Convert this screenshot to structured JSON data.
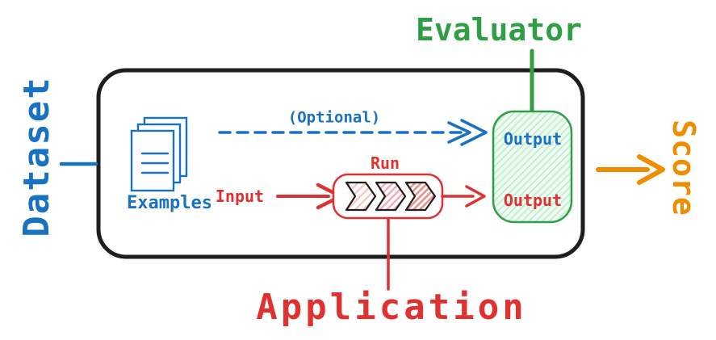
{
  "labels": {
    "dataset": "Dataset",
    "evaluator": "Evaluator",
    "score": "Score",
    "application": "Application"
  },
  "inner": {
    "examples": "Examples",
    "optional": "(Optional)",
    "input": "Input",
    "run": "Run",
    "evaluator_output": "Output",
    "application_output": "Output"
  },
  "icons": {
    "documents": "documents-icon",
    "pipeline": "chevron-pipeline-icon"
  },
  "colors": {
    "blue": "#1971c2",
    "red": "#e03131",
    "green": "#2f9e44",
    "orange": "#f08c00",
    "ink": "#1e1e1e",
    "green_fill": "#effbf2",
    "green_hatch": "#bfeccc",
    "red_hatch_1": "#f6c7c7",
    "red_hatch_2": "#f2aab6",
    "red_hatch_3": "#ec8f8f"
  }
}
